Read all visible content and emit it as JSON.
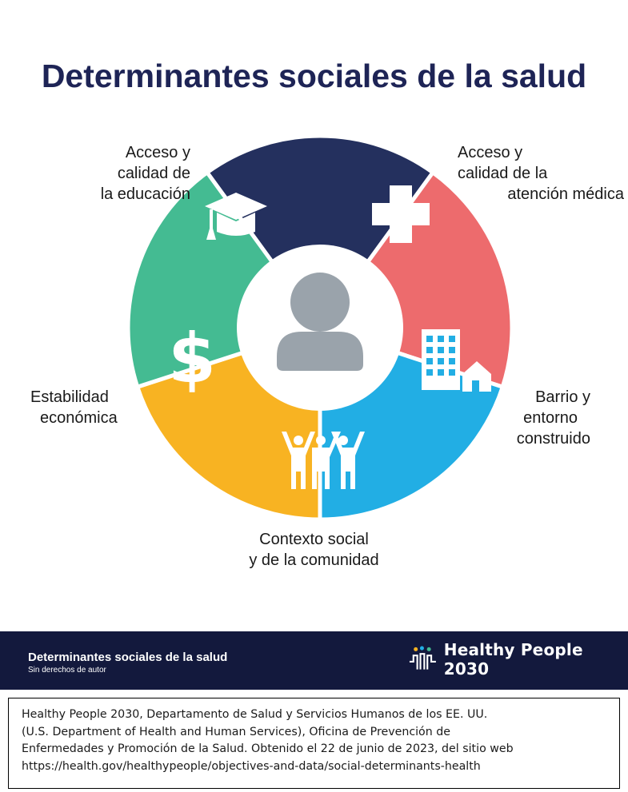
{
  "title": "Determinantes sociales de la salud",
  "colors": {
    "education": "#24305e",
    "health_care": "#ed6b6d",
    "neighborhood": "#22aee4",
    "community": "#f8b322",
    "economic": "#44bb92",
    "center_person": "#9aa3ab",
    "footer_bg": "#13193d",
    "title": "#1e2456"
  },
  "segments": [
    {
      "id": "education",
      "label_lines": [
        "Acceso y",
        "calidad de",
        "la educación"
      ],
      "icon": "graduation-cap-icon"
    },
    {
      "id": "health_care",
      "label_lines": [
        "Acceso y",
        "calidad de la",
        "atención médica"
      ],
      "icon": "medical-cross-icon"
    },
    {
      "id": "neighborhood",
      "label_lines": [
        "Barrio y",
        "entorno",
        "construido"
      ],
      "icon": "buildings-house-icon"
    },
    {
      "id": "community",
      "label_lines": [
        "Contexto social",
        "y de la comunidad"
      ],
      "icon": "people-group-icon"
    },
    {
      "id": "economic",
      "label_lines": [
        "Estabilidad",
        "económica"
      ],
      "icon": "dollar-icon"
    }
  ],
  "center_icon": "person-icon",
  "footer": {
    "title": "Determinantes sociales de la salud",
    "subtitle": "Sin derechos de autor",
    "logo_text": "Healthy People 2030"
  },
  "citation_lines": [
    "Healthy People 2030, Departamento de Salud y Servicios Humanos de los EE. UU.",
    "(U.S. Department of Health and Human Services), Oficina de Prevención de",
    "Enfermedades y Promoción de la Salud. Obtenido el 22 de junio de 2023, del sitio web",
    "https://health.gov/healthypeople/objectives-and-data/social-determinants-health"
  ]
}
